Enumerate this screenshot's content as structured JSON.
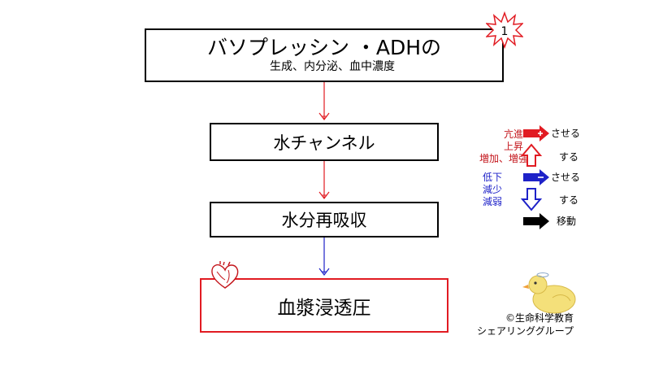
{
  "boxes": {
    "vasopressin": {
      "title": "バソプレッシン ・ADHの",
      "subtitle": "生成、内分泌、血中濃度"
    },
    "aquaporin": {
      "label": "水チャンネル"
    },
    "reabsorption": {
      "label": "水分再吸収"
    },
    "osmolality": {
      "label": "血漿浸透圧"
    }
  },
  "badge": {
    "number": "1"
  },
  "legend": {
    "increase_terms": [
      "亢進",
      "上昇",
      "増加、増強"
    ],
    "decrease_terms": [
      "低下",
      "減少",
      "減弱"
    ],
    "make_label": "させる",
    "do_label": "する",
    "move_label": "移動"
  },
  "credit": {
    "line1": "©生命科学教育",
    "line2": "シェアリンググループ"
  },
  "colors": {
    "red": "#e11b22",
    "blue": "#1e22c8",
    "black": "#000000"
  }
}
